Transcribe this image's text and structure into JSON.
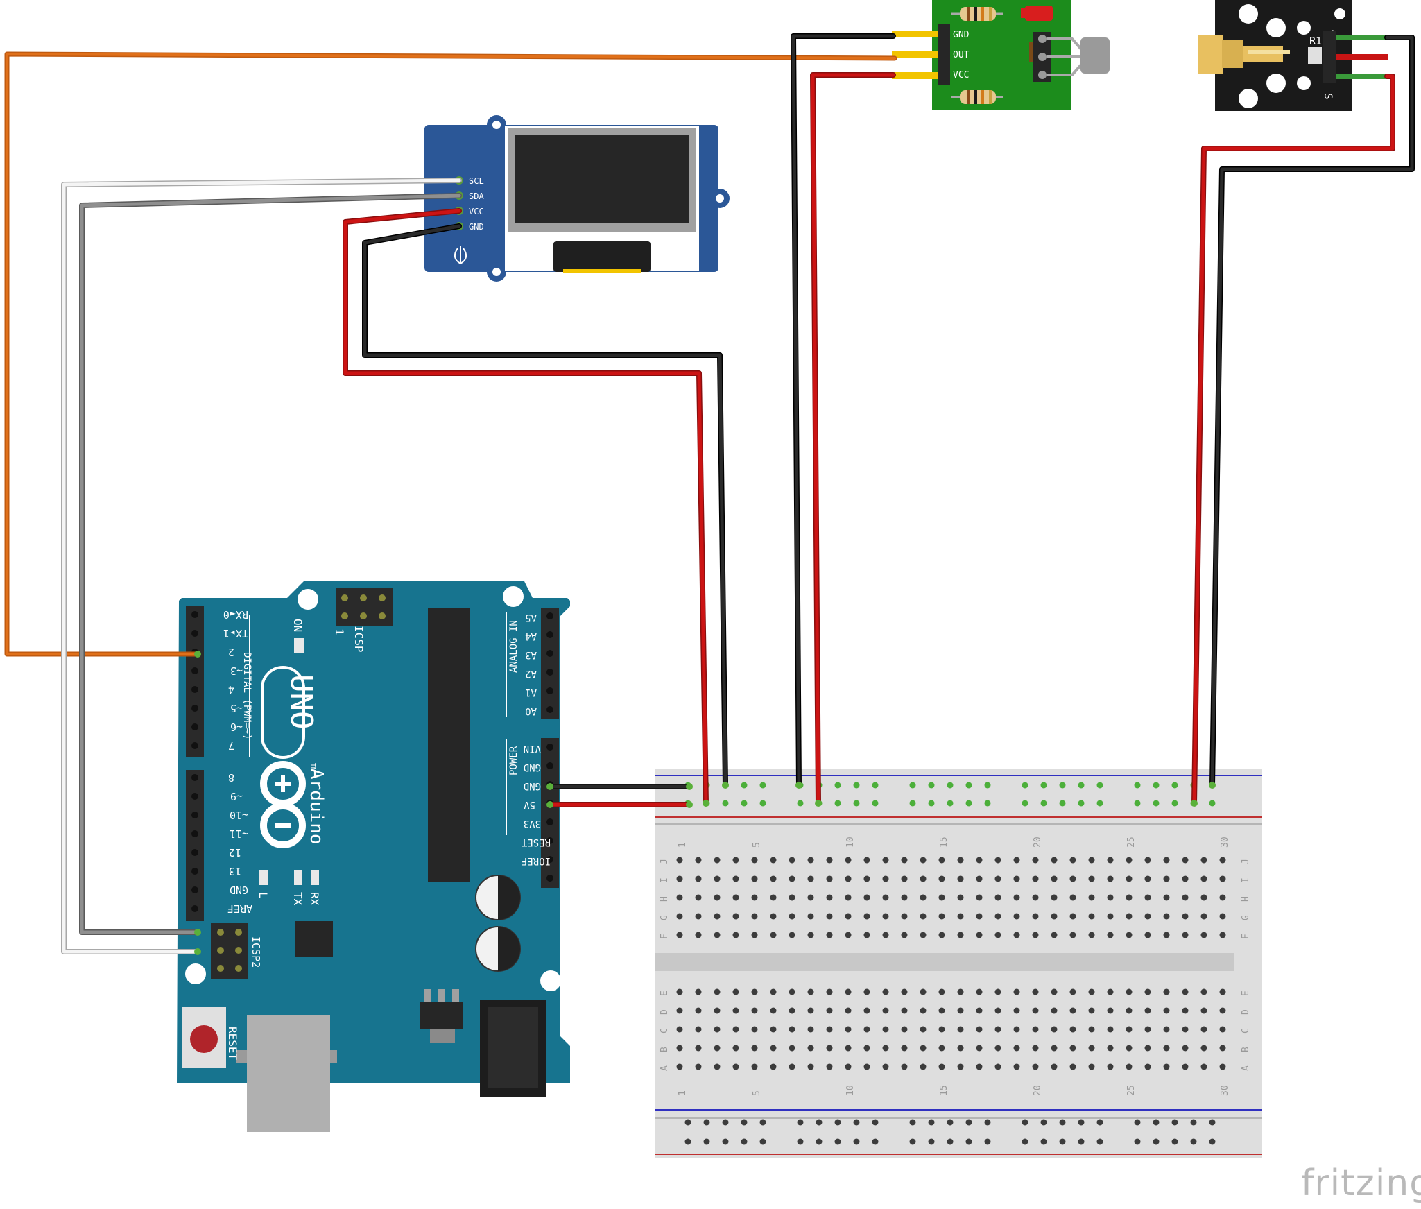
{
  "app": {
    "watermark": "fritzing"
  },
  "oled": {
    "pins": [
      "SCL",
      "SDA",
      "VCC",
      "GND"
    ]
  },
  "sensor": {
    "pins": [
      "GND",
      "OUT",
      "VCC"
    ]
  },
  "laser": {
    "label_r1": "R1",
    "label_minus": "-",
    "label_s": "S"
  },
  "arduino": {
    "uno": "UNO",
    "arduino": "Arduino",
    "tm": "TM",
    "digital_title": "DIGITAL (PWM=~)",
    "analog_title": "ANALOG IN",
    "power_title": "POWER",
    "on_label": "ON",
    "icsp": "ICSP",
    "icsp_one": "1",
    "icsp2": "ICSP2",
    "reset_label": "RESET",
    "l_label": "L",
    "tx_label": "TX",
    "rx_label": "RX",
    "digital_pins_top": [
      "RX◄0",
      "TX▸1",
      "2",
      "~3",
      "4",
      "~5",
      "~6",
      "7"
    ],
    "digital_pins_bottom": [
      "8",
      "~9",
      "~10",
      "~11",
      "12",
      "13",
      "GND",
      "AREF"
    ],
    "analog_pins": [
      "A5",
      "A4",
      "A3",
      "A2",
      "A1",
      "A0"
    ],
    "power_pins": [
      "VIN",
      "GND",
      "GND",
      "5V",
      "3V3",
      "RESET",
      "IOREF"
    ]
  },
  "breadboard": {
    "col_numbers": [
      "1",
      "5",
      "10",
      "15",
      "20",
      "25",
      "30"
    ],
    "rows_top": [
      "J",
      "I",
      "H",
      "G",
      "F"
    ],
    "rows_bottom": [
      "E",
      "D",
      "C",
      "B",
      "A"
    ]
  },
  "colors": {
    "arduino_board": "#1a7a96",
    "oled_board": "#2b5797",
    "sensor_board": "#1c8c1c",
    "wire_orange": "#e0701a",
    "wire_red": "#c81414",
    "wire_black": "#262626",
    "wire_gray": "#8a8a8a",
    "wire_white": "#f0f0f0"
  }
}
